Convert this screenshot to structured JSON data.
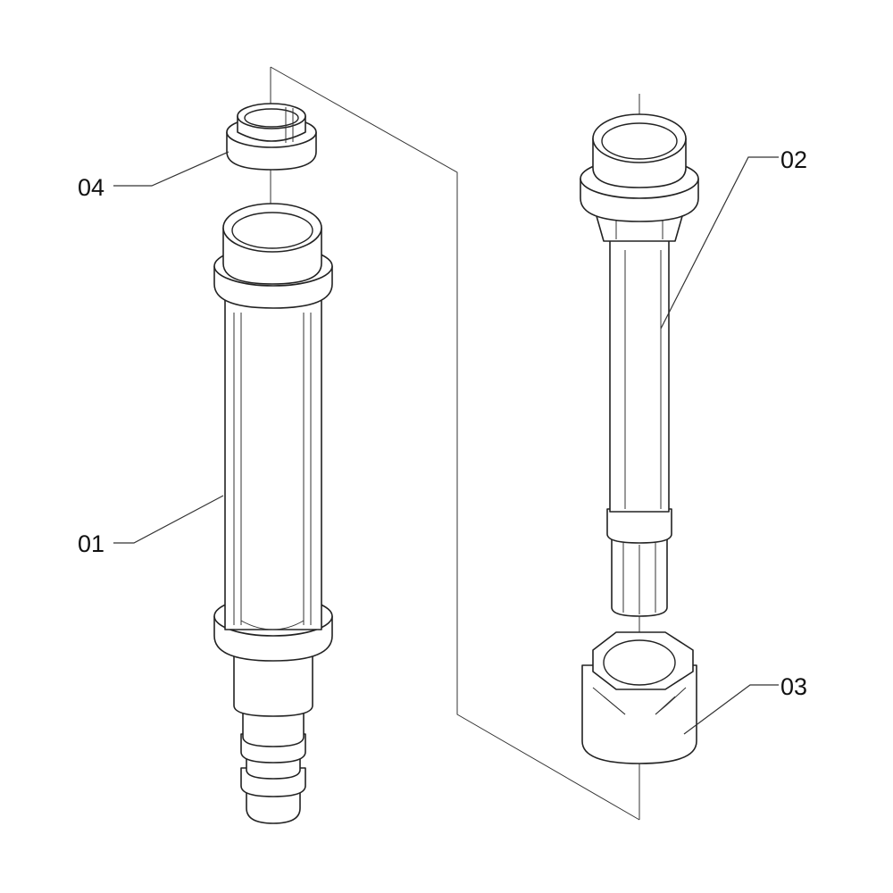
{
  "callouts": [
    {
      "id": "01",
      "text": "01"
    },
    {
      "id": "02",
      "text": "02"
    },
    {
      "id": "03",
      "text": "03"
    },
    {
      "id": "04",
      "text": "04"
    }
  ],
  "colors": {
    "line": "#222222",
    "background": "#ffffff"
  }
}
